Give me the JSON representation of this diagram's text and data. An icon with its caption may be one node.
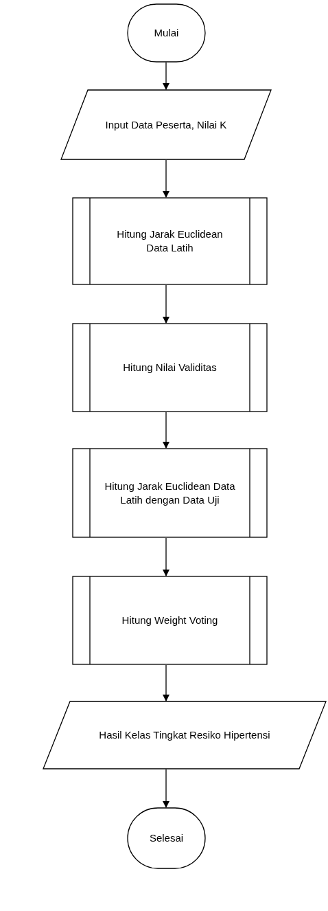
{
  "diagram": {
    "nodes": [
      {
        "text": [
          "Mulai"
        ]
      },
      {
        "text": [
          "Input Data Peserta, Nilai K"
        ]
      },
      {
        "text": [
          "Hitung Jarak Euclidean Data Latih"
        ]
      },
      {
        "text": [
          "Hitung Nilai Validitas"
        ]
      },
      {
        "text": [
          "Hitung Jarak Euclidean Data Latih dengan Data Uji"
        ]
      },
      {
        "text": [
          "Hitung Weight Voting"
        ]
      },
      {
        "text": [
          "Hasil Kelas Tingkat Resiko Hipertensi"
        ]
      },
      {
        "text": [
          "Selesai"
        ]
      }
    ],
    "edges": [
      {
        "from": 0,
        "to": 1,
        "arrow": "to"
      },
      {
        "from": 1,
        "to": 2,
        "arrow": "to"
      },
      {
        "from": 2,
        "to": 3,
        "arrow": "to"
      },
      {
        "from": 3,
        "to": 4,
        "arrow": "to"
      },
      {
        "from": 4,
        "to": 5,
        "arrow": "to"
      },
      {
        "from": 5,
        "to": 6,
        "arrow": "to"
      },
      {
        "from": 6,
        "to": 7,
        "arrow": "to"
      }
    ]
  }
}
